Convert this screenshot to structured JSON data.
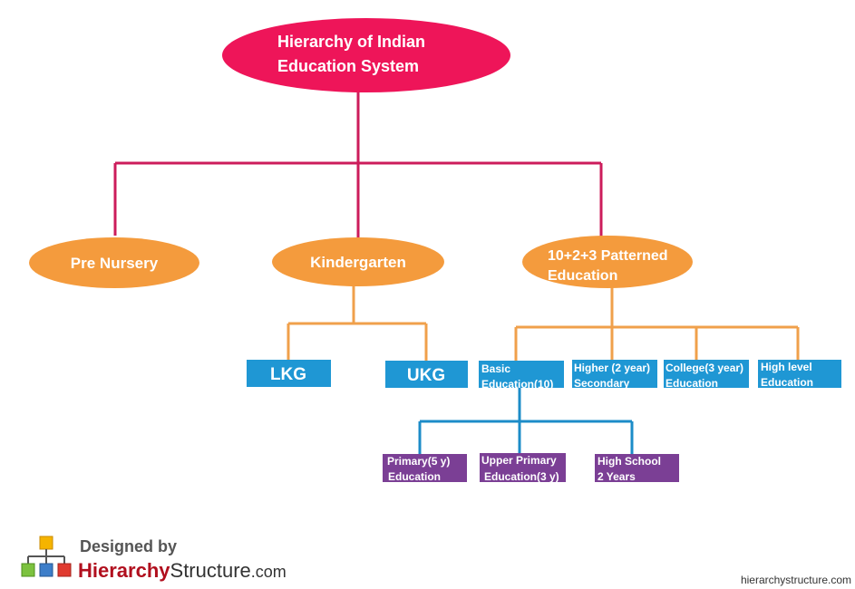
{
  "root": {
    "line1": "Hierarchy of Indian",
    "line2": "Education System"
  },
  "level1": {
    "pre_nursery": "Pre Nursery",
    "kindergarten": "Kindergarten",
    "patterned": {
      "line1": "10+2+3 Patterned",
      "line2": "Education"
    }
  },
  "kindergarten_children": {
    "lkg": "LKG",
    "ukg": "UKG"
  },
  "patterned_children": {
    "basic": {
      "line1": "Basic",
      "line2": "Education(10)"
    },
    "higher": {
      "line1": "Higher (2 year)",
      "line2": "Secondary"
    },
    "college": {
      "line1": "College(3 year)",
      "line2": "Education"
    },
    "high_level": {
      "line1": "High level",
      "line2": "Education"
    }
  },
  "basic_children": {
    "primary": {
      "line1": "Primary(5 y)",
      "line2": "Education"
    },
    "upper_primary": {
      "line1": "Upper Primary",
      "line2": "Education(3 y)"
    },
    "high_school": {
      "line1": "High School",
      "line2": "2 Years"
    }
  },
  "footer": {
    "designed_by": "Designed by",
    "brand_part1": "Hierarchy",
    "brand_part2": "Structure",
    "brand_part3": ".com",
    "site": "hierarchystructure.com"
  },
  "colors": {
    "root_fill": "#ee1559",
    "root_line": "#cc1c5b",
    "level1_fill": "#f49b3d",
    "level1_line": "#f0a04b",
    "blue_box": "#1f97d4",
    "blue_line": "#1c8cc8",
    "purple_box": "#7b3f95"
  }
}
